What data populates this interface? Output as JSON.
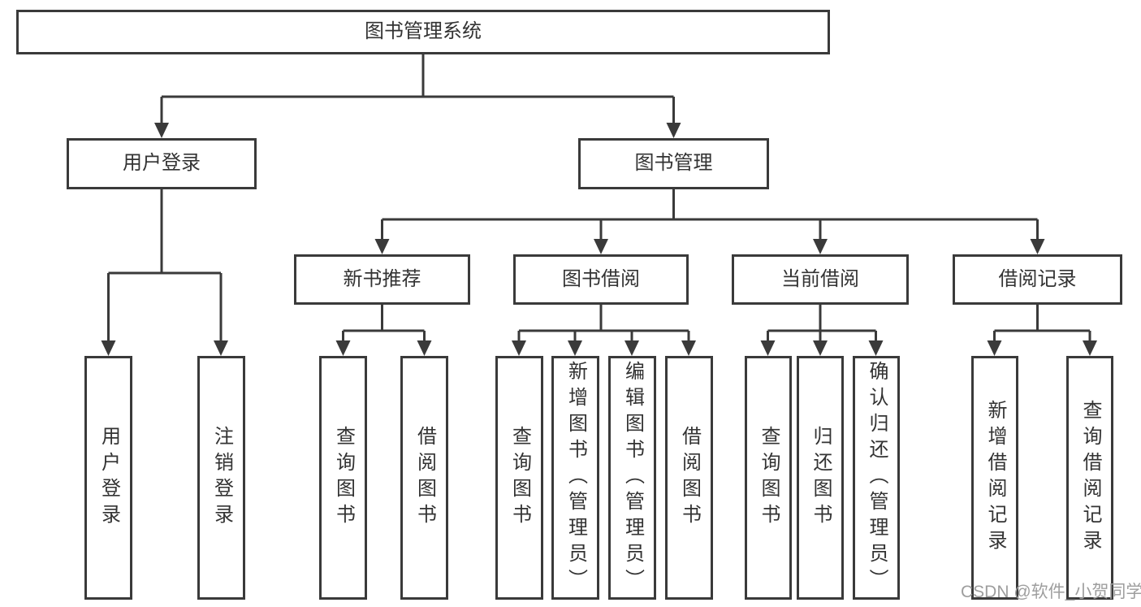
{
  "nodes": {
    "root": {
      "label": "图书管理系统"
    },
    "branches": [
      {
        "label": "用户登录",
        "children": [
          {
            "label": "用户登录"
          },
          {
            "label": "注销登录"
          }
        ]
      },
      {
        "label": "图书管理",
        "children": [
          {
            "label": "新书推荐",
            "children": [
              {
                "label": "查询图书"
              },
              {
                "label": "借阅图书"
              }
            ]
          },
          {
            "label": "图书借阅",
            "children": [
              {
                "label": "查询图书"
              },
              {
                "label": "新增图书（管理员）"
              },
              {
                "label": "编辑图书（管理员）"
              },
              {
                "label": "借阅图书"
              }
            ]
          },
          {
            "label": "当前借阅",
            "children": [
              {
                "label": "查询图书"
              },
              {
                "label": "归还图书"
              },
              {
                "label": "确认归还（管理员）"
              }
            ]
          },
          {
            "label": "借阅记录",
            "children": [
              {
                "label": "新增借阅记录"
              },
              {
                "label": "查询借阅记录"
              }
            ]
          }
        ]
      }
    ]
  },
  "watermark": {
    "text": "CSDN @软件_小贺同学"
  },
  "colors": {
    "line": "#3a3a3a",
    "text": "#333333",
    "watermark": "#9e9e9e",
    "background": "#ffffff"
  }
}
